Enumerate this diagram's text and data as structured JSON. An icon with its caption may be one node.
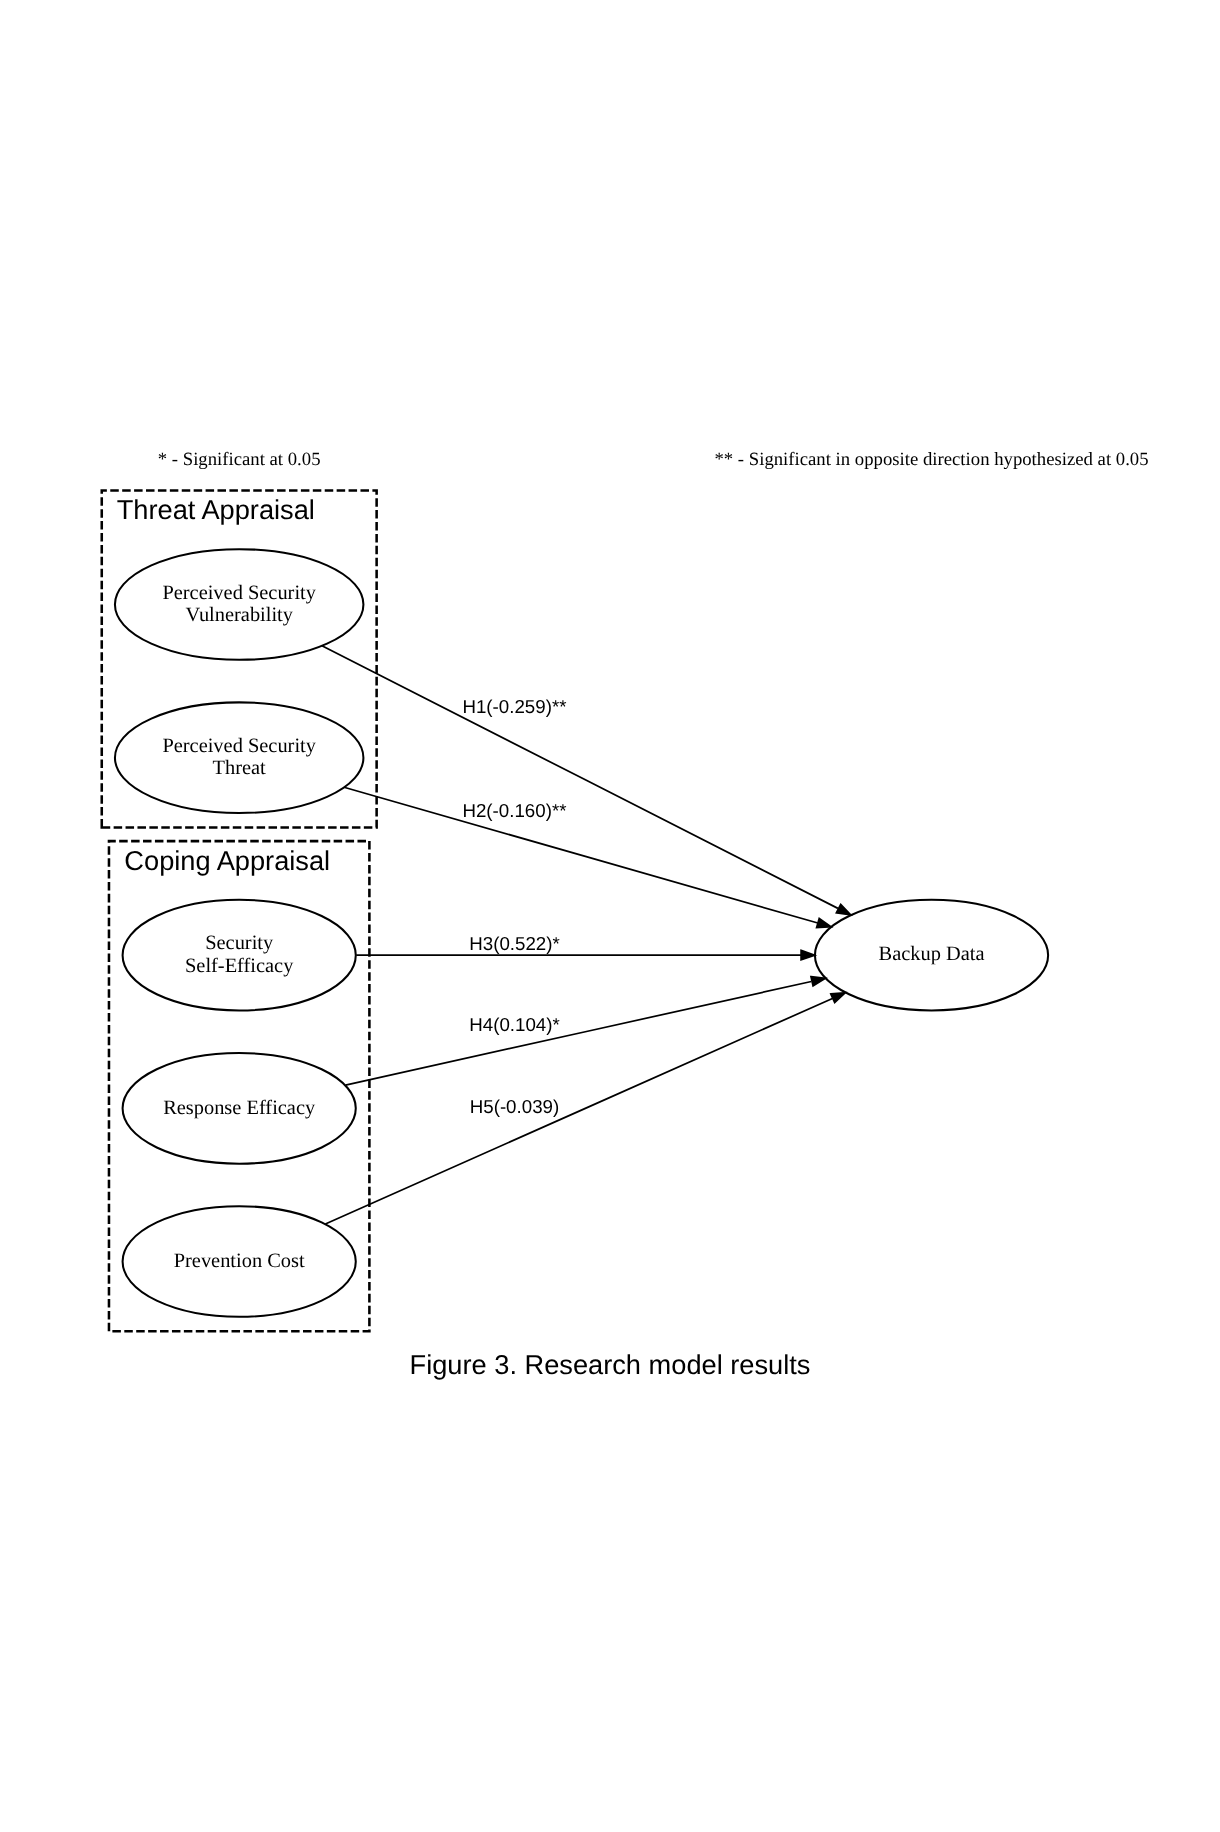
{
  "diagram": {
    "caption": "Figure 3. Research model results",
    "nodes": [
      {
        "text": [
          "Threat Appraisal"
        ]
      },
      {
        "text": [
          "Perceived Security Vulnerability"
        ],
        "in": 0
      },
      {
        "text": [
          "Perceived Security Threat"
        ],
        "in": 0
      },
      {
        "text": [
          "Coping Appraisal"
        ]
      },
      {
        "text": [
          "Security Self-Efficacy"
        ],
        "in": 3
      },
      {
        "text": [
          "Response Efficacy"
        ],
        "in": 3
      },
      {
        "text": [
          "Prevention Cost"
        ],
        "in": 3
      },
      {
        "text": [
          "Backup Data"
        ]
      }
    ],
    "edges": [
      {
        "from": 1,
        "to": 7,
        "arrow": "to",
        "label": "H1(-0.259)**"
      },
      {
        "from": 2,
        "to": 7,
        "arrow": "to",
        "label": "H2(-0.160)**"
      },
      {
        "from": 4,
        "to": 7,
        "arrow": "to",
        "label": "H3(0.522)*"
      },
      {
        "from": 5,
        "to": 7,
        "arrow": "to",
        "label": "H4(0.104)*"
      },
      {
        "from": 6,
        "to": 7,
        "arrow": "to",
        "label": "H5(-0.039)"
      }
    ],
    "labels": [
      "* - Significant at 0.05",
      "** - Significant in opposite direction hypothesized at 0.05"
    ]
  }
}
